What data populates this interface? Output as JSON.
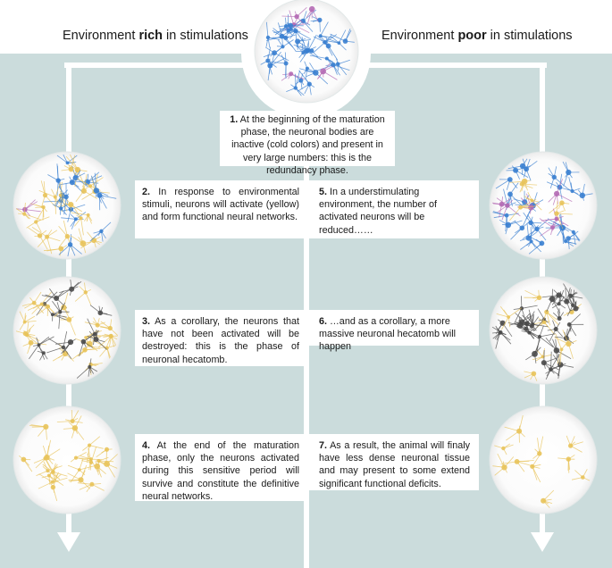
{
  "headings": {
    "rich": {
      "prefix": "Environment ",
      "bold": "rich",
      "suffix": " in stimulations"
    },
    "poor": {
      "prefix": "Environment ",
      "bold": "poor",
      "suffix": " in stimulations"
    }
  },
  "steps": [
    {
      "number": "1.",
      "text": " At the beginning of the maturation phase, the neuronal bodies are inactive (cold colors) and present in very large numbers: this is the redundancy phase."
    },
    {
      "number": "2.",
      "text": " In response to environmental stimuli, neurons will activate (yellow) and form functional neural networks."
    },
    {
      "number": "3.",
      "text": " As a corollary, the neurons that have not been activated will be destroyed: this is the phase of neuronal hecatomb."
    },
    {
      "number": "4.",
      "text": " At the end of the maturation phase, only the neurons activated during this sensitive period will survive and constitute the definitive neural networks."
    },
    {
      "number": "5.",
      "text": " In a understimulating environment, the number of activated neurons will be reduced……"
    },
    {
      "number": "6.",
      "text": " …and as a corollary, a more massive neuronal hecatomb will happen"
    },
    {
      "number": "7.",
      "text": " As a result, the animal will finaly have less dense neuronal tissue and may present to some extend significant functional deficits."
    }
  ],
  "colors": {
    "background_panel": "#cbdcdc",
    "arrow": "#ffffff",
    "neuron_inactive": "#3a7fd0",
    "neuron_active": "#e8c35a",
    "neuron_dead": "#4a4a4a",
    "neuron_purple": "#b46ab4"
  },
  "icons": {
    "top": "neuron-network-redundant-icon",
    "rich": [
      "neuron-network-activating-icon",
      "neuron-network-hecatomb-icon",
      "neuron-network-final-icon"
    ],
    "poor": [
      "neuron-network-understimulated-icon",
      "neuron-network-massive-hecatomb-icon",
      "neuron-network-deficit-icon"
    ]
  }
}
